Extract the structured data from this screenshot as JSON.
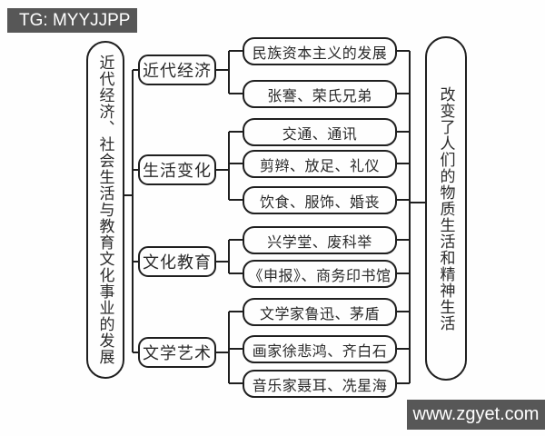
{
  "watermark_top": "TG: MYYJJPP",
  "watermark_bottom": "www.zgyet.com",
  "colors": {
    "line": "#1f1f1f",
    "text": "#2a2a2a",
    "bar_background": "#575757",
    "bar_text": "#ffffff",
    "background": "#fefefe"
  },
  "root": {
    "label": "近代经济、社会生活与教育文化事业的发展"
  },
  "outcome": {
    "label": "改变了人们的物质生活和精神生活"
  },
  "groups": [
    {
      "label": "近代经济",
      "items": [
        "民族资本主义的发展",
        "张謇、荣氏兄弟"
      ]
    },
    {
      "label": "生活变化",
      "items": [
        "交通、通讯",
        "剪辫、放足、礼仪",
        "饮食、服饰、婚丧"
      ]
    },
    {
      "label": "文化教育",
      "items": [
        "兴学堂、废科举",
        "《申报》、商务印书馆"
      ]
    },
    {
      "label": "文学艺术",
      "items": [
        "文学家鲁迅、茅盾",
        "画家徐悲鸿、齐白石",
        "音乐家聂耳、冼星海"
      ]
    }
  ]
}
